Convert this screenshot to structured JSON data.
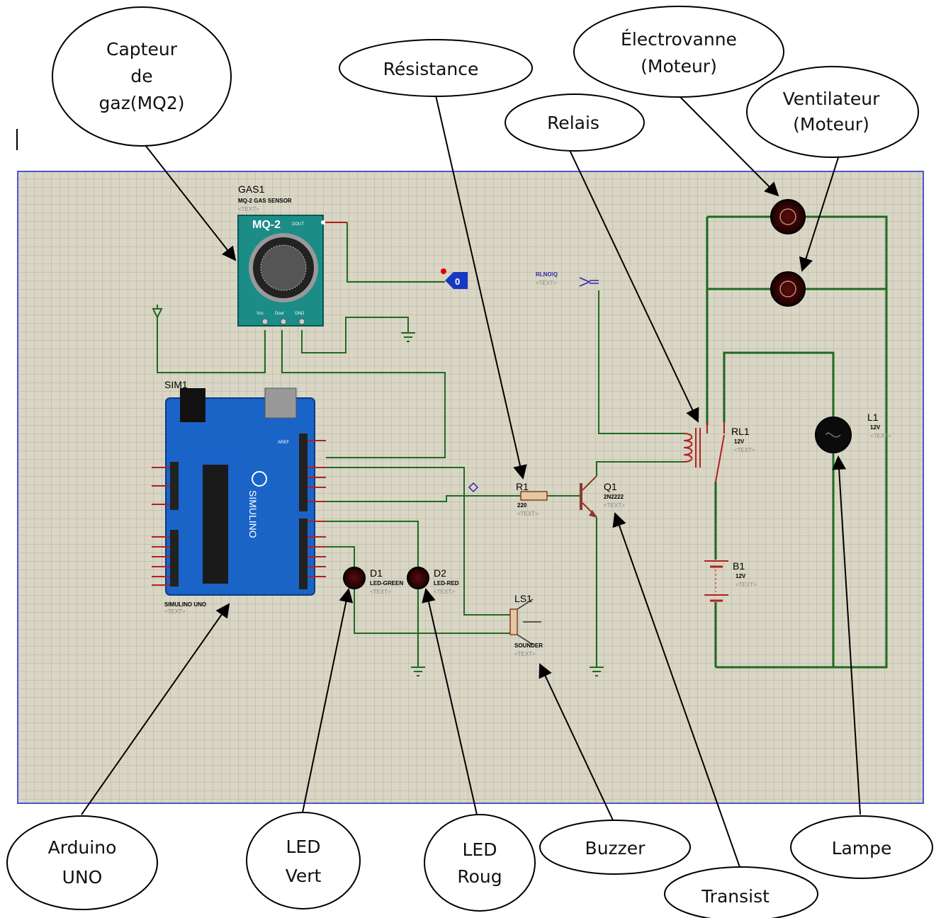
{
  "callouts": {
    "gas_sensor": [
      "Capteur",
      "de",
      "gaz(MQ2)"
    ],
    "resistor": [
      "Résistance"
    ],
    "relay": [
      "Relais"
    ],
    "solenoid_valve": [
      "Électrovanne",
      "(Moteur)"
    ],
    "fan": [
      "Ventilateur",
      "(Moteur)"
    ],
    "arduino": [
      "Arduino",
      "UNO"
    ],
    "led_green": [
      "LED",
      "Vert"
    ],
    "led_red": [
      "LED",
      "Roug"
    ],
    "buzzer": [
      "Buzzer"
    ],
    "transistor": [
      "Transist"
    ],
    "lamp": [
      "Lampe"
    ]
  },
  "schematic": {
    "gas1": {
      "ref": "GAS1",
      "value": "MQ-2 GAS SENSOR",
      "text": "<TEXT>",
      "board_label": "MQ-2",
      "pin_out": "DOUT",
      "pins": [
        "Vcc",
        "Dout",
        "GND"
      ]
    },
    "sim1": {
      "ref": "SIM1",
      "value": "SIMULINO UNO",
      "text": "<TEXT>",
      "board_brand": "SIMULINO",
      "aref": "AREF"
    },
    "r1": {
      "ref": "R1",
      "value": "220",
      "text": "<TEXT>"
    },
    "q1": {
      "ref": "Q1",
      "value": "2N2222",
      "text": "<TEXT>"
    },
    "rl1": {
      "ref": "RL1",
      "value": "12V",
      "text": "<TEXT>"
    },
    "l1": {
      "ref": "L1",
      "value": "12V",
      "text": "<TEXT>"
    },
    "b1": {
      "ref": "B1",
      "value": "12V",
      "text": "<TEXT>"
    },
    "d1": {
      "ref": "D1",
      "value": "LED-GREEN",
      "text": "<TEXT>"
    },
    "d2": {
      "ref": "D2",
      "value": "LED-RED",
      "text": "<TEXT>"
    },
    "ls1": {
      "ref": "LS1",
      "value": "SOUNDER",
      "text": "<TEXT>"
    },
    "logic_state": {
      "value": "0"
    },
    "terminal": {
      "label": "RLNO\\Q",
      "text": "<TEXT>"
    }
  },
  "colors": {
    "wire": "#1f6b1f",
    "pin": "#b32020",
    "grid_bg": "#d9d6c5",
    "arduino": "#1a64c8",
    "mq2_board": "#1b8c86",
    "border": "#4b57c9"
  }
}
